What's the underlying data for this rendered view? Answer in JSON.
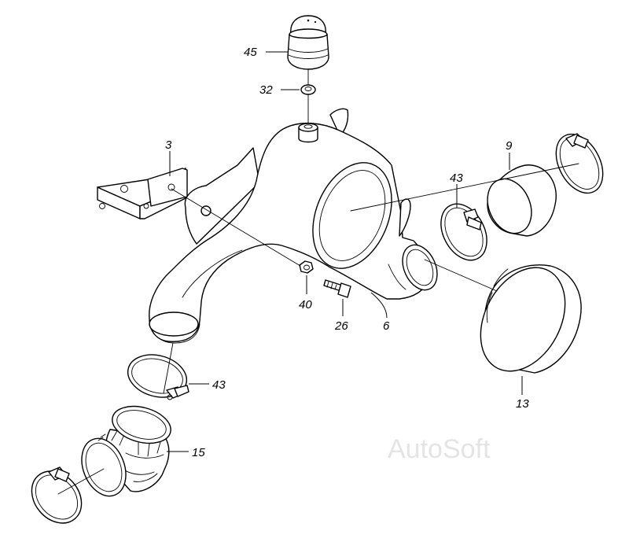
{
  "diagram": {
    "watermark": "AutoSoft",
    "labels": {
      "p45": "45",
      "p32": "32",
      "p3": "3",
      "p9": "9",
      "p43_top": "43",
      "p40": "40",
      "p26": "26",
      "p6": "6",
      "p13": "13",
      "p43_bottom": "43",
      "p15": "15"
    },
    "parts": [
      {
        "label": "45",
        "name": "cap"
      },
      {
        "label": "32",
        "name": "washer"
      },
      {
        "label": "3",
        "name": "bracket"
      },
      {
        "label": "9",
        "name": "sleeve"
      },
      {
        "label": "43",
        "name": "hose-clamp"
      },
      {
        "label": "40",
        "name": "nut"
      },
      {
        "label": "26",
        "name": "bolt"
      },
      {
        "label": "6",
        "name": "air-intake-pipe"
      },
      {
        "label": "13",
        "name": "cover"
      },
      {
        "label": "15",
        "name": "elbow-hose"
      }
    ]
  }
}
